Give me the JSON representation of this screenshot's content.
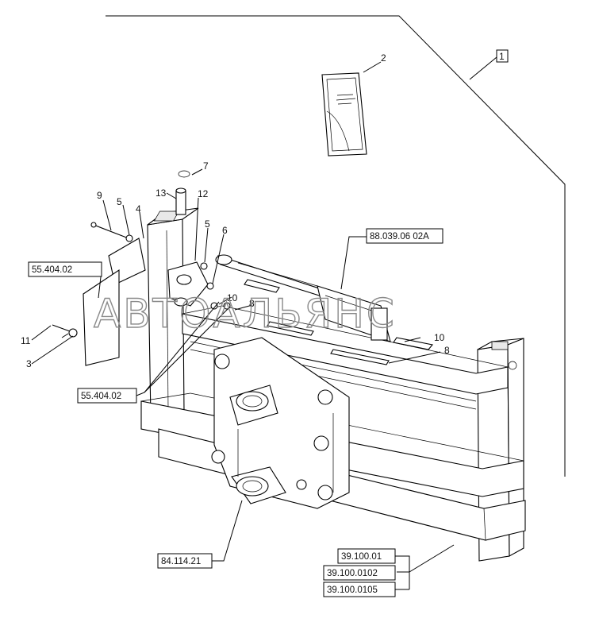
{
  "callouts": {
    "c1": "1",
    "c2": "2",
    "c3": "3",
    "c4": "4",
    "c5a": "5",
    "c5b": "5",
    "c6": "6",
    "c7": "7",
    "c8a": "8",
    "c8b": "8",
    "c9": "9",
    "c10a": "10",
    "c10b": "10",
    "c11": "11",
    "c12": "12",
    "c13": "13"
  },
  "refs": {
    "r_88": "88.039.06 02A",
    "r_55a": "55.404.02",
    "r_55b": "55.404.02",
    "r_84": "84.114.21",
    "r_39a": "39.100.01",
    "r_39b": "39.100.0102",
    "r_39c": "39.100.0105"
  },
  "watermark": "АВТОАЛЬЯНС",
  "colors": {
    "line": "#000000",
    "background": "#ffffff",
    "watermark": "#8a8a8a"
  }
}
